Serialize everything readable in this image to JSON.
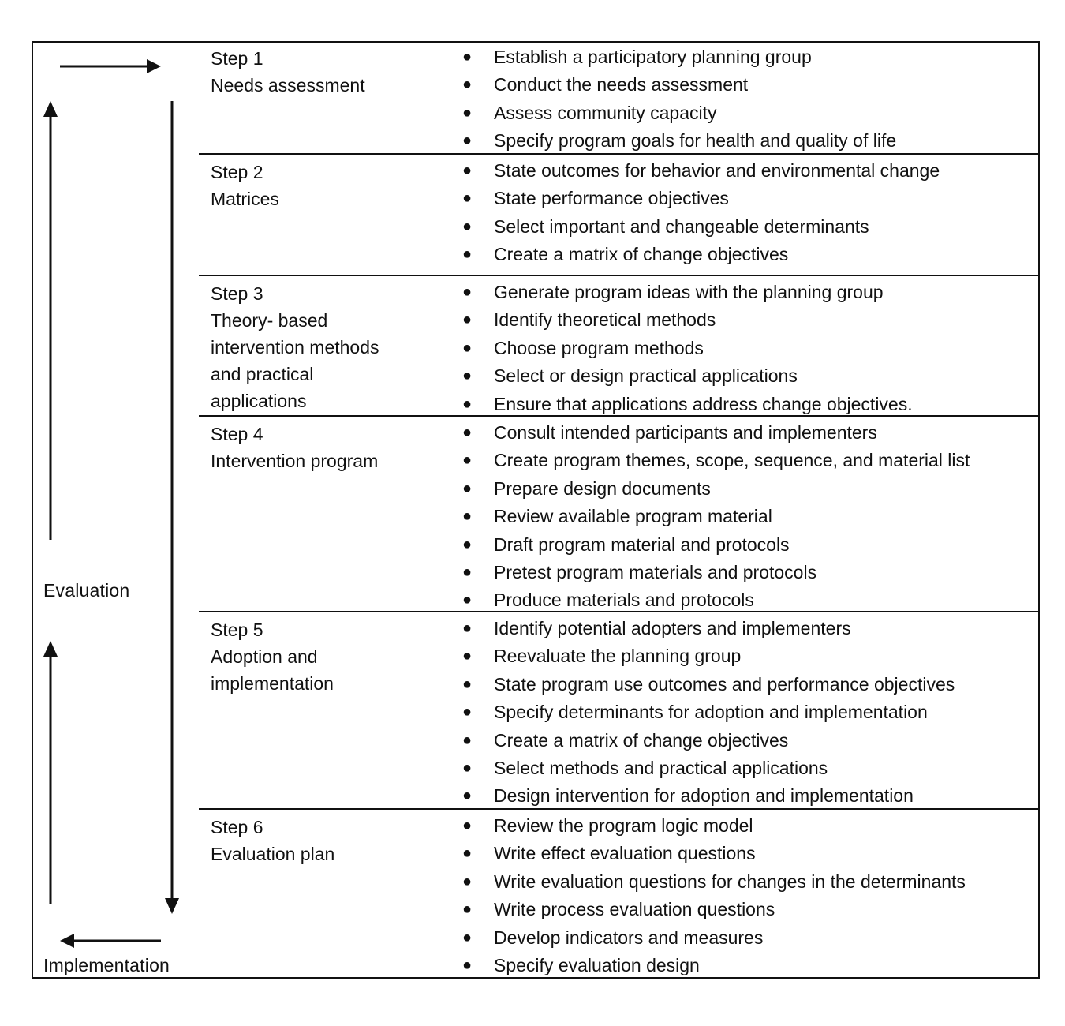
{
  "side_labels": {
    "evaluation": "Evaluation",
    "implementation": "Implementation"
  },
  "steps": [
    {
      "step": "Step 1",
      "name": [
        "Needs assessment"
      ],
      "items": [
        "Establish a participatory planning group",
        "Conduct the needs assessment",
        "Assess community capacity",
        "Specify program goals for health and quality of life"
      ]
    },
    {
      "step": "Step 2",
      "name": [
        "Matrices"
      ],
      "items": [
        "State outcomes for behavior and environmental change",
        "State performance objectives",
        "Select important and changeable determinants",
        "Create a matrix of change objectives"
      ]
    },
    {
      "step": "Step 3",
      "name": [
        "Theory- based",
        "intervention methods",
        "and practical",
        "applications"
      ],
      "items": [
        "Generate program ideas with the planning group",
        "Identify theoretical methods",
        "Choose program methods",
        "Select or design practical applications",
        "Ensure that applications address change objectives."
      ]
    },
    {
      "step": "Step 4",
      "name": [
        "Intervention program"
      ],
      "items": [
        "Consult intended participants and implementers",
        "Create program themes, scope, sequence, and material list",
        "Prepare design documents",
        "Review available program material",
        "Draft program material and protocols",
        "Pretest program materials and protocols",
        "Produce materials and protocols"
      ]
    },
    {
      "step": "Step 5",
      "name": [
        "Adoption and",
        "implementation"
      ],
      "items": [
        "Identify potential adopters and implementers",
        "Reevaluate the planning group",
        "State program use outcomes and performance objectives",
        "Specify determinants for adoption and implementation",
        "Create a matrix of change objectives",
        "Select methods and practical applications",
        "Design intervention for adoption and implementation"
      ]
    },
    {
      "step": "Step 6",
      "name": [
        "Evaluation plan"
      ],
      "items": [
        "Review the program logic model",
        "Write effect evaluation questions",
        "Write evaluation questions for changes in the determinants",
        "Write process evaluation questions",
        "Develop indicators and measures",
        "Specify evaluation design"
      ]
    }
  ]
}
